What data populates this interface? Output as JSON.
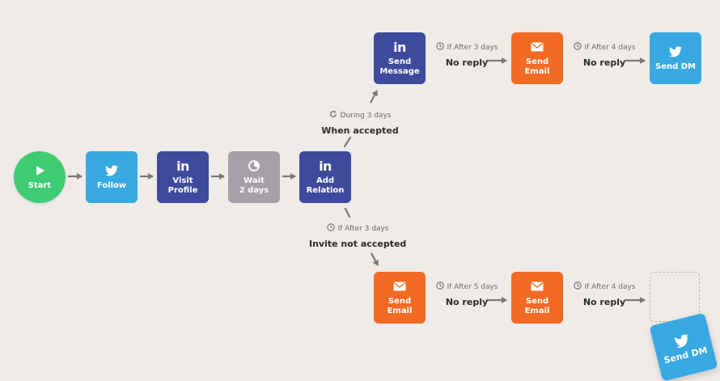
{
  "nodes": {
    "start": {
      "label": "Start"
    },
    "follow": {
      "label": "Follow"
    },
    "visit_profile": {
      "label1": "Visit",
      "label2": "Profile"
    },
    "wait": {
      "label1": "Wait",
      "label2": "2 days"
    },
    "add_relation": {
      "label1": "Add",
      "label2": "Relation"
    },
    "send_message": {
      "label1": "Send",
      "label2": "Message"
    },
    "send_email_top": {
      "label1": "Send",
      "label2": "Email"
    },
    "send_dm_top": {
      "label": "Send DM"
    },
    "send_email_bottom_1": {
      "label1": "Send",
      "label2": "Email"
    },
    "send_email_bottom_2": {
      "label1": "Send",
      "label2": "Email"
    },
    "send_dm_dragged": {
      "label": "Send DM"
    }
  },
  "conditions": {
    "during_accepted": {
      "top": "During 3 days",
      "bottom": "When accepted"
    },
    "after_3_not_accepted": {
      "top": "If After 3 days",
      "bottom": "Invite not accepted"
    },
    "top_after_3": {
      "top": "If After 3 days",
      "bottom": "No reply"
    },
    "top_after_4": {
      "top": "If After 4 days",
      "bottom": "No reply"
    },
    "bottom_after_5": {
      "top": "If After 5 days",
      "bottom": "No reply"
    },
    "bottom_after_4": {
      "top": "If After 4 days",
      "bottom": "No reply"
    }
  },
  "colors": {
    "background": "#efebe8",
    "linkedin": "#3e4a9b",
    "twitter": "#38a9e3",
    "email": "#f36a24",
    "wait": "#a59fa6",
    "start": "#3fcb73",
    "arrow": "#7d7876"
  },
  "icons": {
    "start": "play-icon",
    "follow": "twitter-icon",
    "visit_profile": "linkedin-icon",
    "wait": "clock-icon",
    "add_relation": "linkedin-icon",
    "send_message": "linkedin-icon",
    "send_email": "envelope-icon",
    "send_dm": "twitter-icon",
    "delay": "clock-icon",
    "during": "refresh-icon"
  }
}
